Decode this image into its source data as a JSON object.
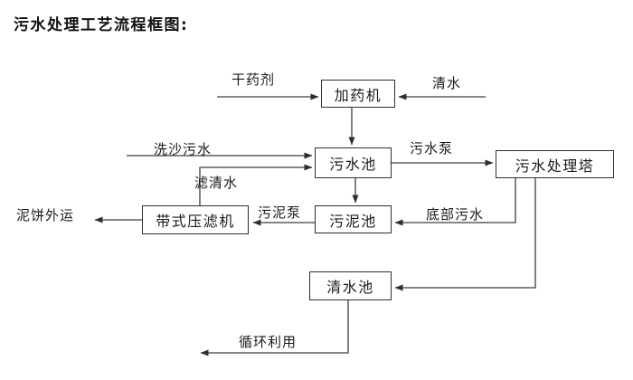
{
  "page": {
    "title": "污水处理工艺流程框图:"
  },
  "diagram": {
    "type": "flowchart",
    "nodes": [
      {
        "name": "dosing-machine",
        "label": "加药机"
      },
      {
        "name": "sewage-pool",
        "label": "污水池"
      },
      {
        "name": "sewage-treatment-tower",
        "label": "污水处理塔"
      },
      {
        "name": "sludge-pool",
        "label": "污泥池"
      },
      {
        "name": "belt-filter-press",
        "label": "带式压滤机"
      },
      {
        "name": "clean-water-pool",
        "label": "清水池"
      }
    ],
    "flow_labels": [
      {
        "name": "dry-agent",
        "label": "干药剂"
      },
      {
        "name": "clean-water-in",
        "label": "清水"
      },
      {
        "name": "sand-washing-sewage",
        "label": "洗沙污水"
      },
      {
        "name": "sewage-pump",
        "label": "污水泵"
      },
      {
        "name": "filtered-water",
        "label": "滤清水"
      },
      {
        "name": "mud-cake-outbound",
        "label": "泥饼外运"
      },
      {
        "name": "sludge-pump",
        "label": "污泥泵"
      },
      {
        "name": "bottom-sewage",
        "label": "底部污水"
      },
      {
        "name": "recycling",
        "label": "循环利用"
      }
    ],
    "edges": [
      {
        "from": "干药剂",
        "to": "加药机",
        "label": ""
      },
      {
        "from": "清水",
        "to": "加药机",
        "label": ""
      },
      {
        "from": "加药机",
        "to": "污水池",
        "label": ""
      },
      {
        "from": "洗沙污水",
        "to": "污水池",
        "label": ""
      },
      {
        "from": "带式压滤机",
        "to": "污水池",
        "label": "滤清水"
      },
      {
        "from": "污水池",
        "to": "污水处理塔",
        "label": "污水泵"
      },
      {
        "from": "污水池",
        "to": "污泥池",
        "label": ""
      },
      {
        "from": "污水处理塔",
        "to": "污泥池",
        "label": "底部污水"
      },
      {
        "from": "污泥池",
        "to": "带式压滤机",
        "label": "污泥泵"
      },
      {
        "from": "带式压滤机",
        "to": "泥饼外运",
        "label": ""
      },
      {
        "from": "污水处理塔",
        "to": "清水池",
        "label": ""
      },
      {
        "from": "清水池",
        "to": "循环利用",
        "label": ""
      }
    ]
  },
  "colors": {
    "background": "#ffffff",
    "line": "#3d3d3d",
    "box_border": "#2e2e2e",
    "text": "#1a1a1a"
  }
}
